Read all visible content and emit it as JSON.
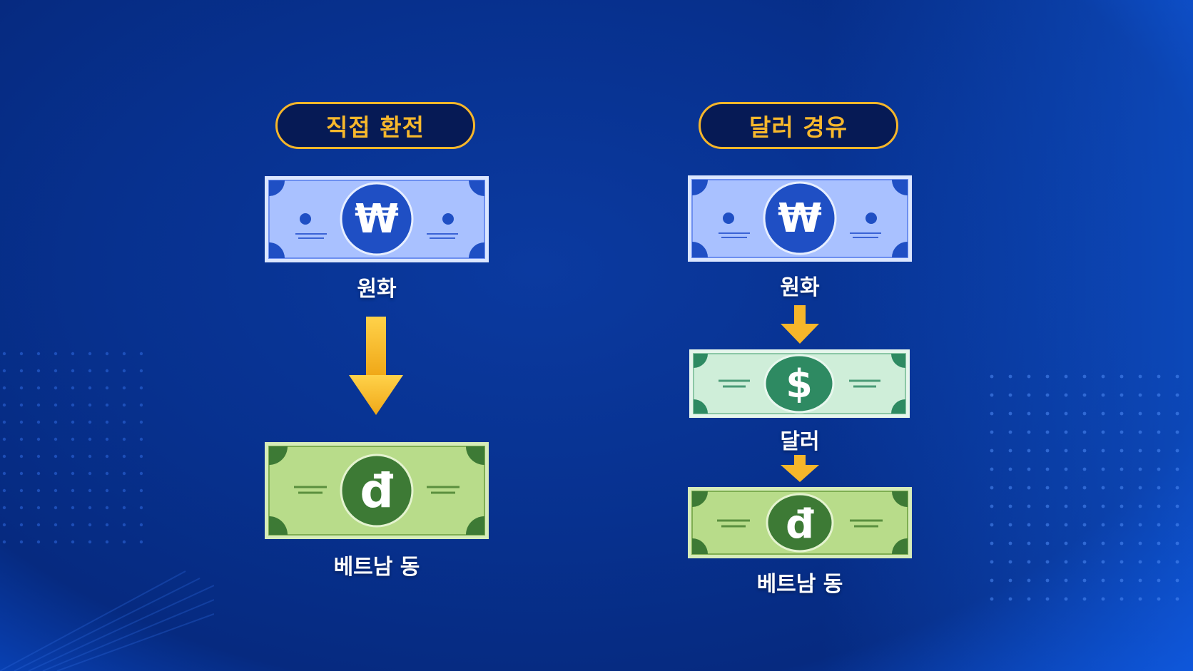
{
  "columns": {
    "direct": {
      "title": "직접 환전",
      "steps": [
        {
          "label": "원화",
          "currency": "won",
          "symbol": "₩"
        },
        {
          "label": "베트남 동",
          "currency": "dong",
          "symbol": "đ"
        }
      ]
    },
    "via_dollar": {
      "title": "달러 경유",
      "steps": [
        {
          "label": "원화",
          "currency": "won",
          "symbol": "₩"
        },
        {
          "label": "달러",
          "currency": "dollar",
          "symbol": "$"
        },
        {
          "label": "베트남 동",
          "currency": "dong",
          "symbol": "đ"
        }
      ]
    }
  },
  "colors": {
    "background": "#07318f",
    "accent": "#f6b62a",
    "won_note": "#a9c1ff",
    "won_badge": "#1f4fc4",
    "dollar_note": "#cfeed9",
    "dollar_badge": "#2e8a62",
    "dong_note": "#b8dc8a",
    "dong_badge": "#3d7a35"
  }
}
